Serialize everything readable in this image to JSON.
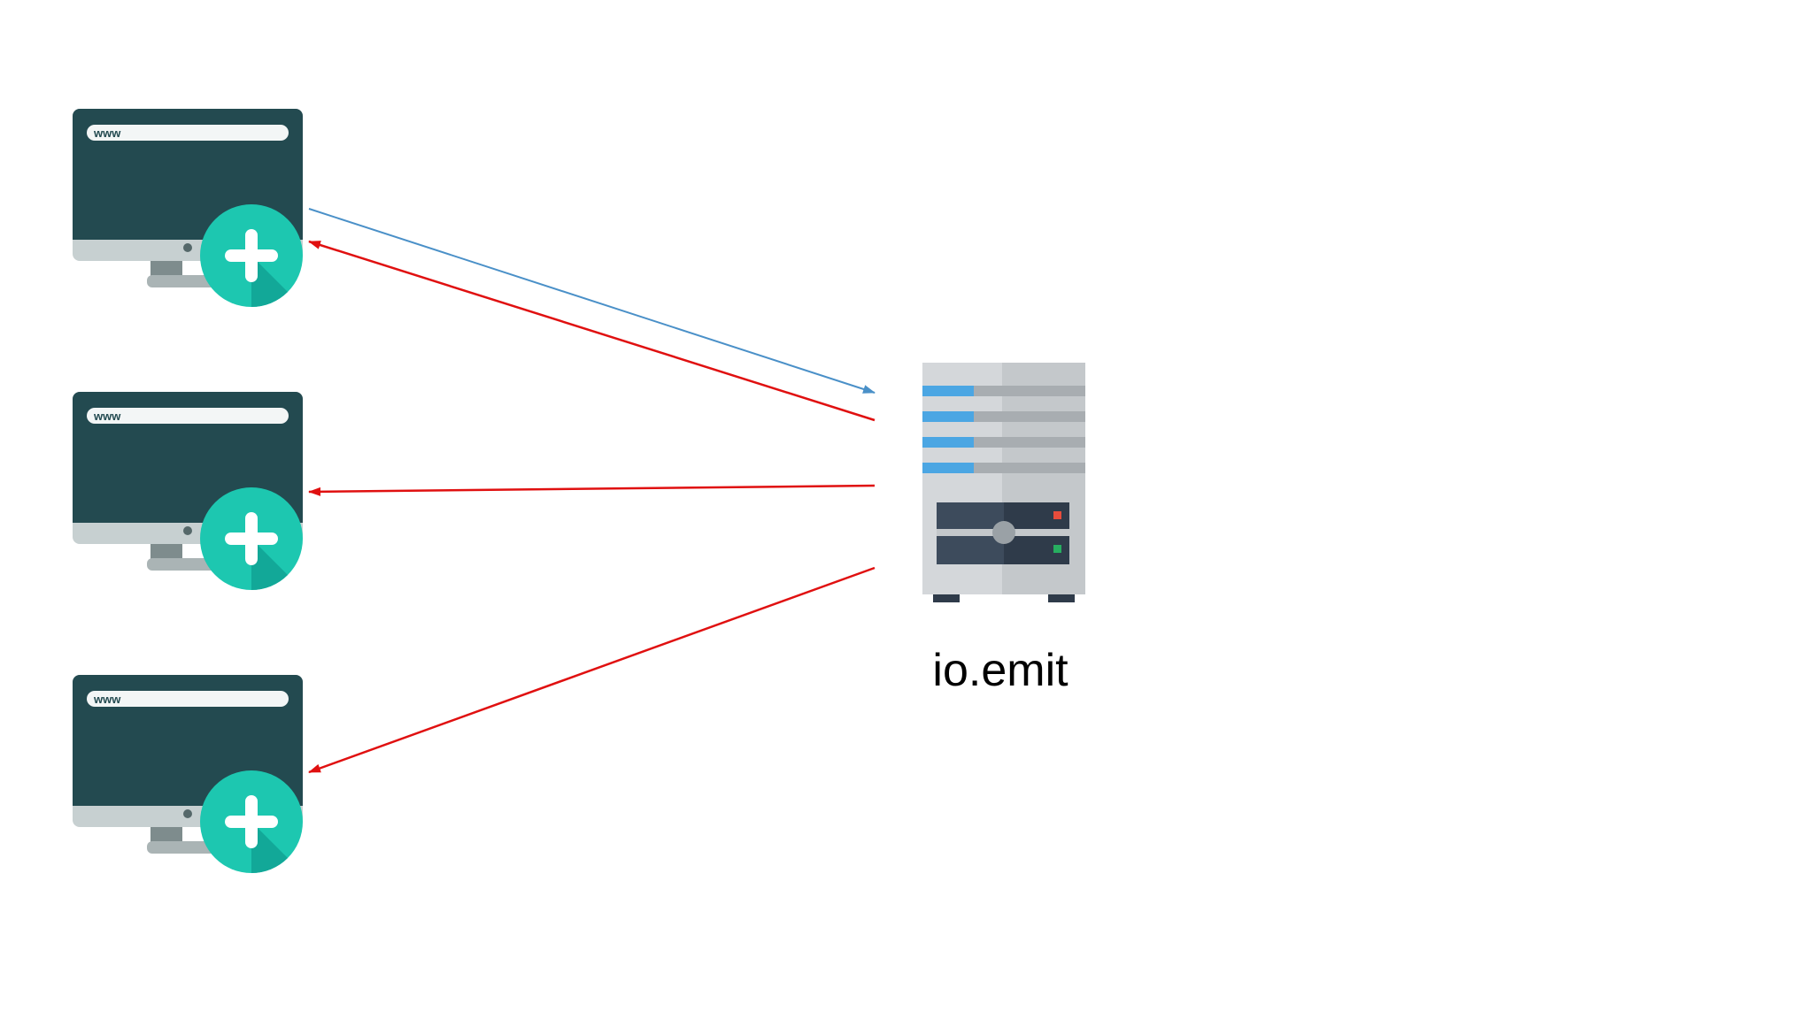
{
  "diagram": {
    "server": {
      "label": "io.emit",
      "icon": "server-icon"
    },
    "clients": [
      {
        "url_bar_text": "www",
        "icon": "monitor-add-icon"
      },
      {
        "url_bar_text": "www",
        "icon": "monitor-add-icon"
      },
      {
        "url_bar_text": "www",
        "icon": "monitor-add-icon"
      }
    ],
    "arrows": [
      {
        "from": "client-1",
        "to": "server",
        "color": "#4a90c8"
      },
      {
        "from": "server",
        "to": "client-1",
        "color": "#e01010"
      },
      {
        "from": "server",
        "to": "client-2",
        "color": "#e01010"
      },
      {
        "from": "server",
        "to": "client-3",
        "color": "#e01010"
      }
    ]
  }
}
